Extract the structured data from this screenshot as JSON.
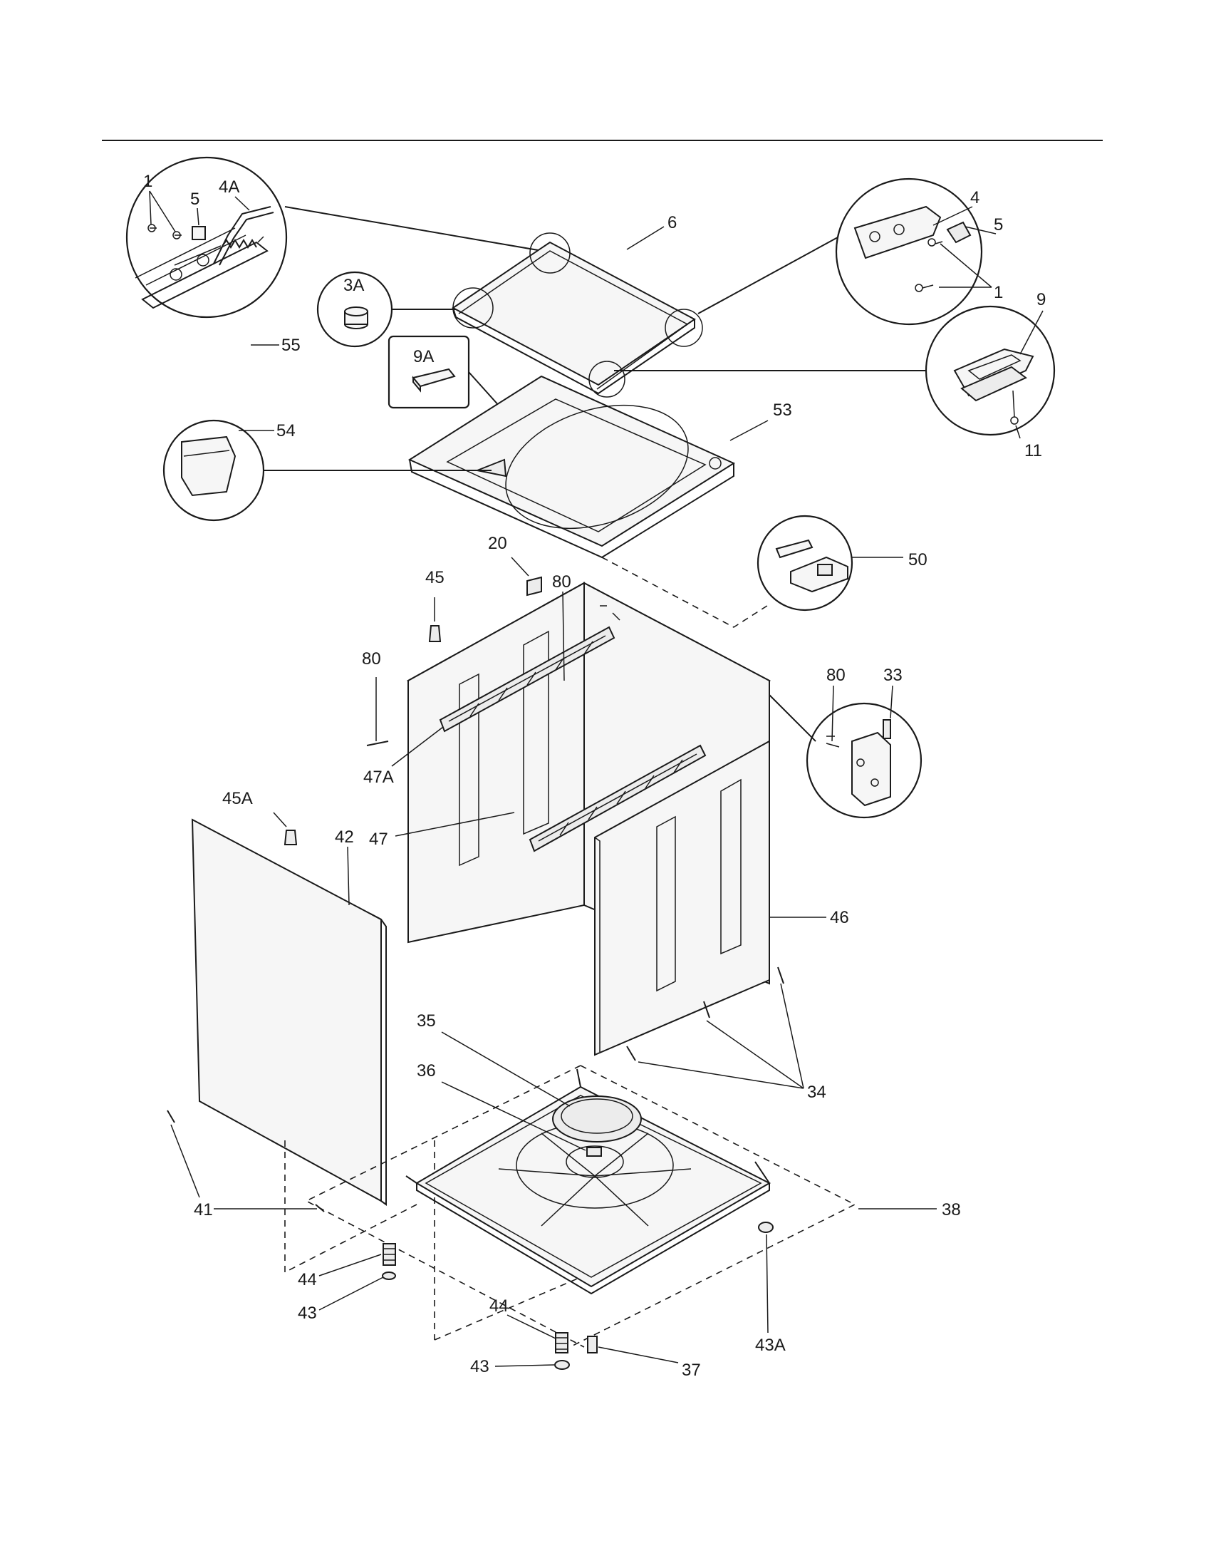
{
  "diagram": {
    "callouts": {
      "c1a": "1",
      "c4a": "4A",
      "c5a": "5",
      "c55": "55",
      "c3a": "3A",
      "c6": "6",
      "c4": "4",
      "c5b": "5",
      "c1b": "1",
      "c9": "9",
      "c11": "11",
      "c9a": "9A",
      "c53": "53",
      "c54": "54",
      "c20": "20",
      "c50": "50",
      "c45": "45",
      "c80a": "80",
      "c80b": "80",
      "c80c": "80",
      "c33": "33",
      "c47a": "47A",
      "c47": "47",
      "c45a": "45A",
      "c42": "42",
      "c46": "46",
      "c34": "34",
      "c35": "35",
      "c36": "36",
      "c38": "38",
      "c41": "41",
      "c44a": "44",
      "c43a": "43",
      "c44b": "44",
      "c43b": "43",
      "c37": "37",
      "c43A": "43A"
    }
  }
}
